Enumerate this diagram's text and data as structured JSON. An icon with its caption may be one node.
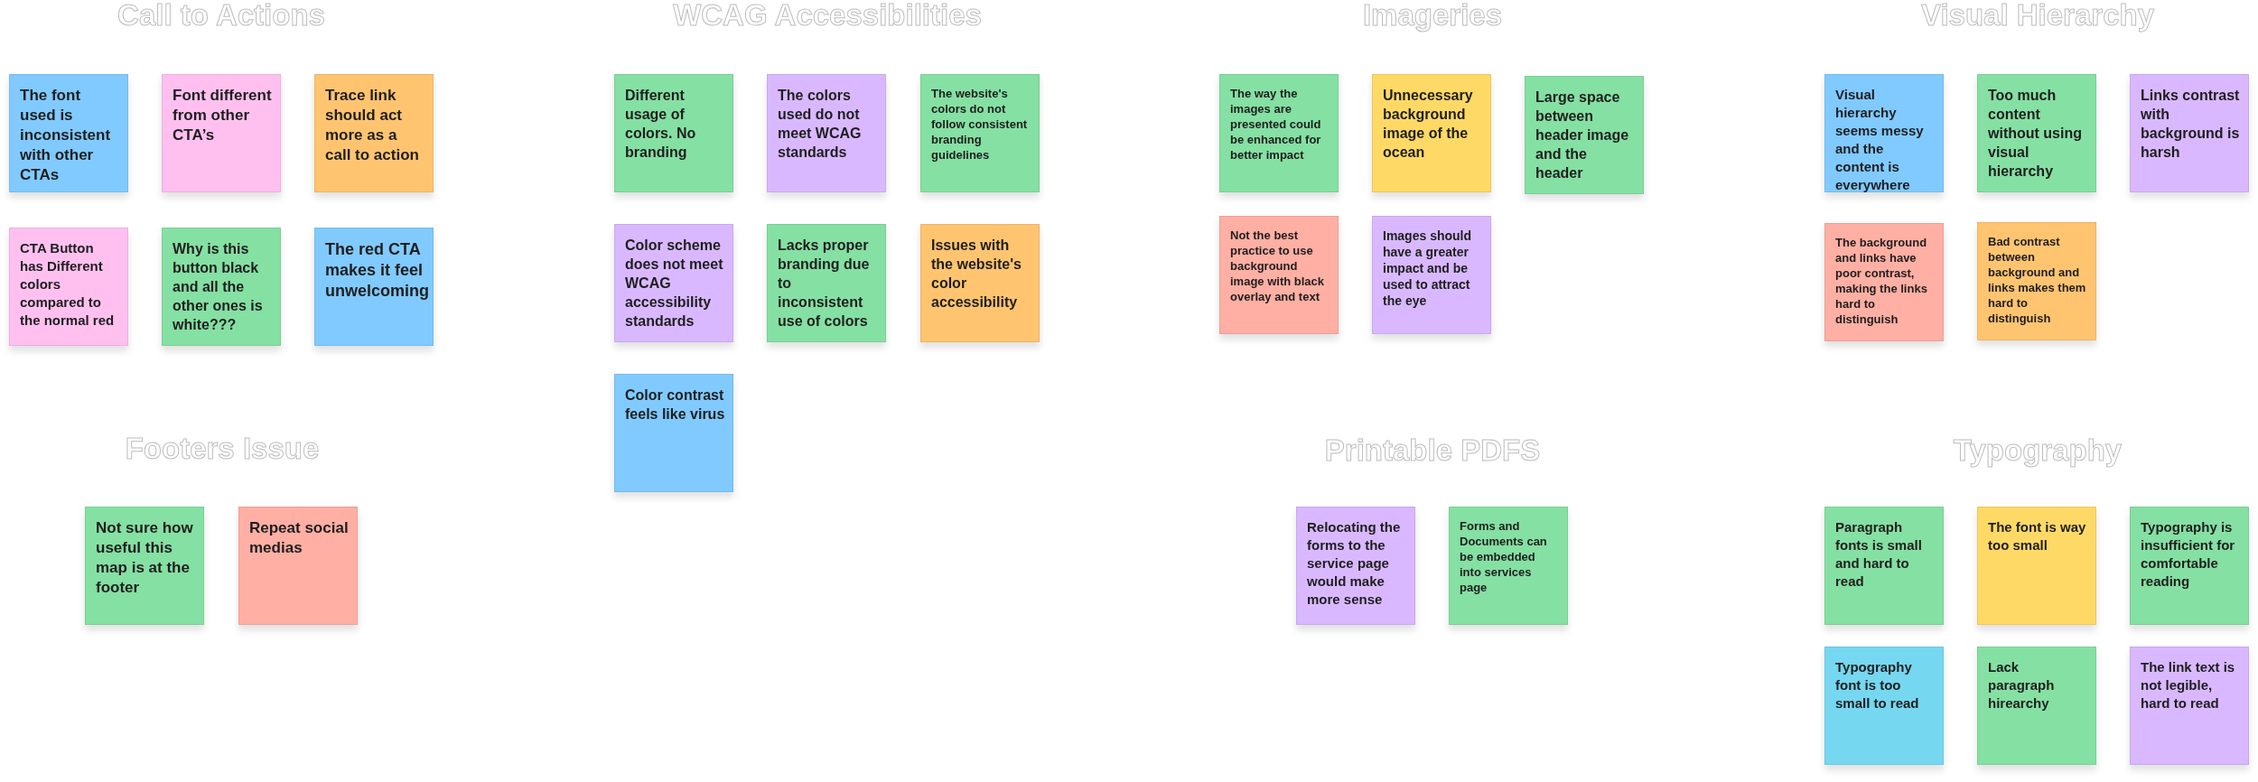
{
  "diagram": {
    "nodes": [
      {
        "text": [
          "The font used is inconsistent with other CTAs"
        ]
      },
      {
        "text": [
          "Font different from other CTA’s"
        ]
      },
      {
        "text": [
          "Trace link should act more as a call to action"
        ]
      },
      {
        "text": [
          "CTA Button has Different colors compared to the normal red"
        ]
      },
      {
        "text": [
          "Why is this button black and all the other ones is white???"
        ]
      },
      {
        "text": [
          "The red CTA makes it feel unwelcoming"
        ]
      },
      {
        "text": [
          "Different usage of colors. No branding"
        ]
      },
      {
        "text": [
          "The colors used do not meet WCAG standards"
        ]
      },
      {
        "text": [
          "The website's colors do not follow consistent branding guidelines"
        ]
      },
      {
        "text": [
          "Color scheme does not meet WCAG accessibility standards"
        ]
      },
      {
        "text": [
          "Lacks proper branding due to inconsistent use of colors"
        ]
      },
      {
        "text": [
          "Issues with the website's color accessibility"
        ]
      },
      {
        "text": [
          "Color contrast feels like virus"
        ]
      },
      {
        "text": [
          "The way the images are presented could be enhanced for better impact"
        ]
      },
      {
        "text": [
          "Unnecessary background image of the ocean"
        ]
      },
      {
        "text": [
          "Large space between header image and the header"
        ]
      },
      {
        "text": [
          "Not the best practice to use background image with black overlay and text"
        ]
      },
      {
        "text": [
          "Images should have a greater impact and be used to attract the eye"
        ]
      },
      {
        "text": [
          "Visual hierarchy seems messy and the content is everywhere"
        ]
      },
      {
        "text": [
          "Too much content without using visual hierarchy"
        ]
      },
      {
        "text": [
          "Links contrast with background is harsh"
        ]
      },
      {
        "text": [
          "The background and links have poor contrast, making the links hard to distinguish"
        ]
      },
      {
        "text": [
          "Bad contrast between background and links makes them hard to distinguish"
        ]
      },
      {
        "text": [
          "Not sure how useful this map is at the footer"
        ]
      },
      {
        "text": [
          "Repeat social medias"
        ]
      },
      {
        "text": [
          "Relocating the forms to the service page would make more sense"
        ]
      },
      {
        "text": [
          "Forms and Documents can be embedded into services page"
        ]
      },
      {
        "text": [
          "Paragraph fonts is small and hard to read"
        ]
      },
      {
        "text": [
          "The font is way too small"
        ]
      },
      {
        "text": [
          "Typography is insufficient for comfortable reading"
        ]
      },
      {
        "text": [
          "Typography font is too small to read"
        ]
      },
      {
        "text": [
          "Lack paragraph hirearchy"
        ]
      },
      {
        "text": [
          "The link text is not legible, hard to read"
        ]
      }
    ],
    "labels": [
      "Call to Actions",
      "WCAG Accessibilities",
      "Imageries",
      "Visual Hierarchy",
      "Footers Issue",
      "Printable PDFS",
      "Typography"
    ]
  }
}
